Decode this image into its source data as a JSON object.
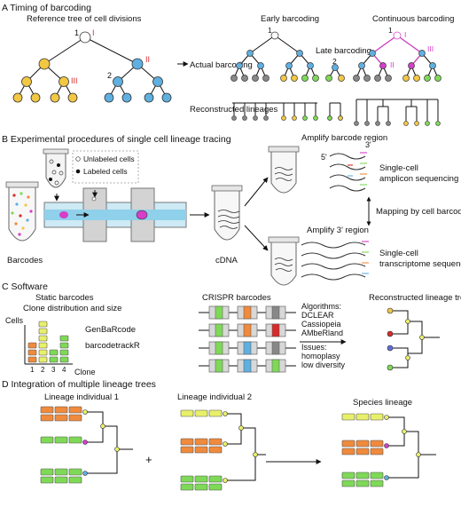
{
  "panel_a": {
    "heading": "A  Timing of barcoding",
    "ref_tree_label": "Reference tree of cell divisions",
    "node1": "1",
    "node2": "2",
    "roman_I": "I",
    "roman_II": "II",
    "roman_III": "III",
    "actual_barcoding": "Actual barcoding",
    "reconstructed_lineages": "Reconstructed lineages",
    "early_barcoding": "Early barcoding",
    "late_barcoding": "Late barcoding",
    "continuous_barcoding": "Continuous barcoding"
  },
  "panel_b": {
    "heading": "B  Experimental procedures of single cell lineage tracing",
    "unlabeled_cells": "Unlabeled cells",
    "labeled_cells": "Labeled cells",
    "barcodes": "Barcodes",
    "cdna": "cDNA",
    "amplify_barcode": "Amplify barcode region",
    "prime5": "5'",
    "prime3": "3'",
    "amplicon_seq_line1": "Single-cell",
    "amplicon_seq_line2": "amplicon sequencing",
    "mapping": "Mapping by cell barcodes",
    "amplify_3prime": "Amplify 3' region",
    "transcriptome_line1": "Single-cell",
    "transcriptome_line2": "transcriptome sequencing"
  },
  "panel_c": {
    "heading": "C  Software",
    "static_barcodes": "Static barcodes",
    "clone_dist": "Clone distribution and size",
    "cells_axis": "Cells",
    "clone_axis": "Clone",
    "tick_labels": [
      "1",
      "2",
      "3",
      "4"
    ],
    "tool1": "GenBaRcode",
    "tool2": "barcodetrackR",
    "crispr_barcodes": "CRISPR barcodes",
    "algorithms_title": "Algorithms:",
    "algorithms": [
      "DCLEAR",
      "Cassiopeia",
      "AMbeRland"
    ],
    "issues_title": "Issues:",
    "issues": [
      "homoplasy",
      "low diversity"
    ],
    "reconstructed_tree": "Reconstructed lineage tree"
  },
  "panel_d": {
    "heading": "D  Integration of multiple lineage trees",
    "individual1": "Lineage individual 1",
    "plus": "+",
    "individual2": "Lineage individual 2",
    "species_lineage": "Species lineage"
  },
  "colors": {
    "yellow": "#f2c744",
    "blue": "#5fb0e0",
    "orange": "#f08a3c",
    "green": "#7ed957",
    "lime": "#e8f06a",
    "magenta": "#d63ec9",
    "red": "#d62b2b",
    "grey": "#888888"
  }
}
